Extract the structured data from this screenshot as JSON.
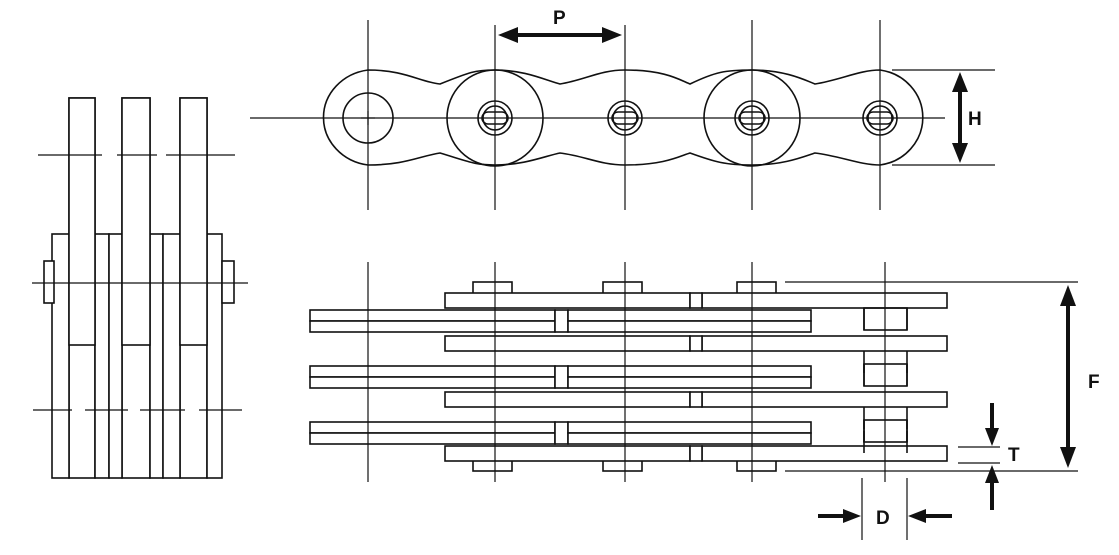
{
  "labels": {
    "pitch": "P",
    "height": "H",
    "width": "F",
    "thickness": "T",
    "diameter": "D"
  }
}
